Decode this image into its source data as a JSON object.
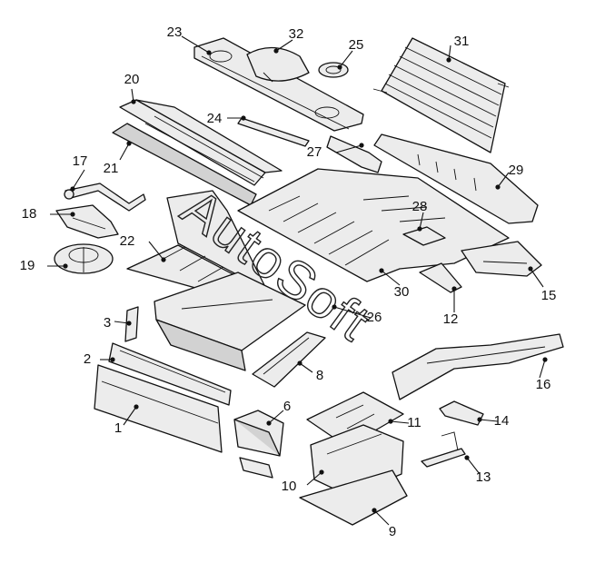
{
  "watermark": "AutoSoft",
  "callouts": [
    {
      "id": "1",
      "label": "1"
    },
    {
      "id": "2",
      "label": "2"
    },
    {
      "id": "3",
      "label": "3"
    },
    {
      "id": "6",
      "label": "6"
    },
    {
      "id": "8",
      "label": "8"
    },
    {
      "id": "9",
      "label": "9"
    },
    {
      "id": "10",
      "label": "10"
    },
    {
      "id": "11",
      "label": "11"
    },
    {
      "id": "12",
      "label": "12"
    },
    {
      "id": "13",
      "label": "13"
    },
    {
      "id": "14",
      "label": "14"
    },
    {
      "id": "15",
      "label": "15"
    },
    {
      "id": "16",
      "label": "16"
    },
    {
      "id": "17",
      "label": "17"
    },
    {
      "id": "18",
      "label": "18"
    },
    {
      "id": "19",
      "label": "19"
    },
    {
      "id": "20",
      "label": "20"
    },
    {
      "id": "21",
      "label": "21"
    },
    {
      "id": "22",
      "label": "22"
    },
    {
      "id": "23",
      "label": "23"
    },
    {
      "id": "24",
      "label": "24"
    },
    {
      "id": "25",
      "label": "25"
    },
    {
      "id": "26",
      "label": "26"
    },
    {
      "id": "27",
      "label": "27"
    },
    {
      "id": "28",
      "label": "28"
    },
    {
      "id": "29",
      "label": "29"
    },
    {
      "id": "30",
      "label": "30"
    },
    {
      "id": "31",
      "label": "31"
    },
    {
      "id": "32",
      "label": "32"
    }
  ]
}
